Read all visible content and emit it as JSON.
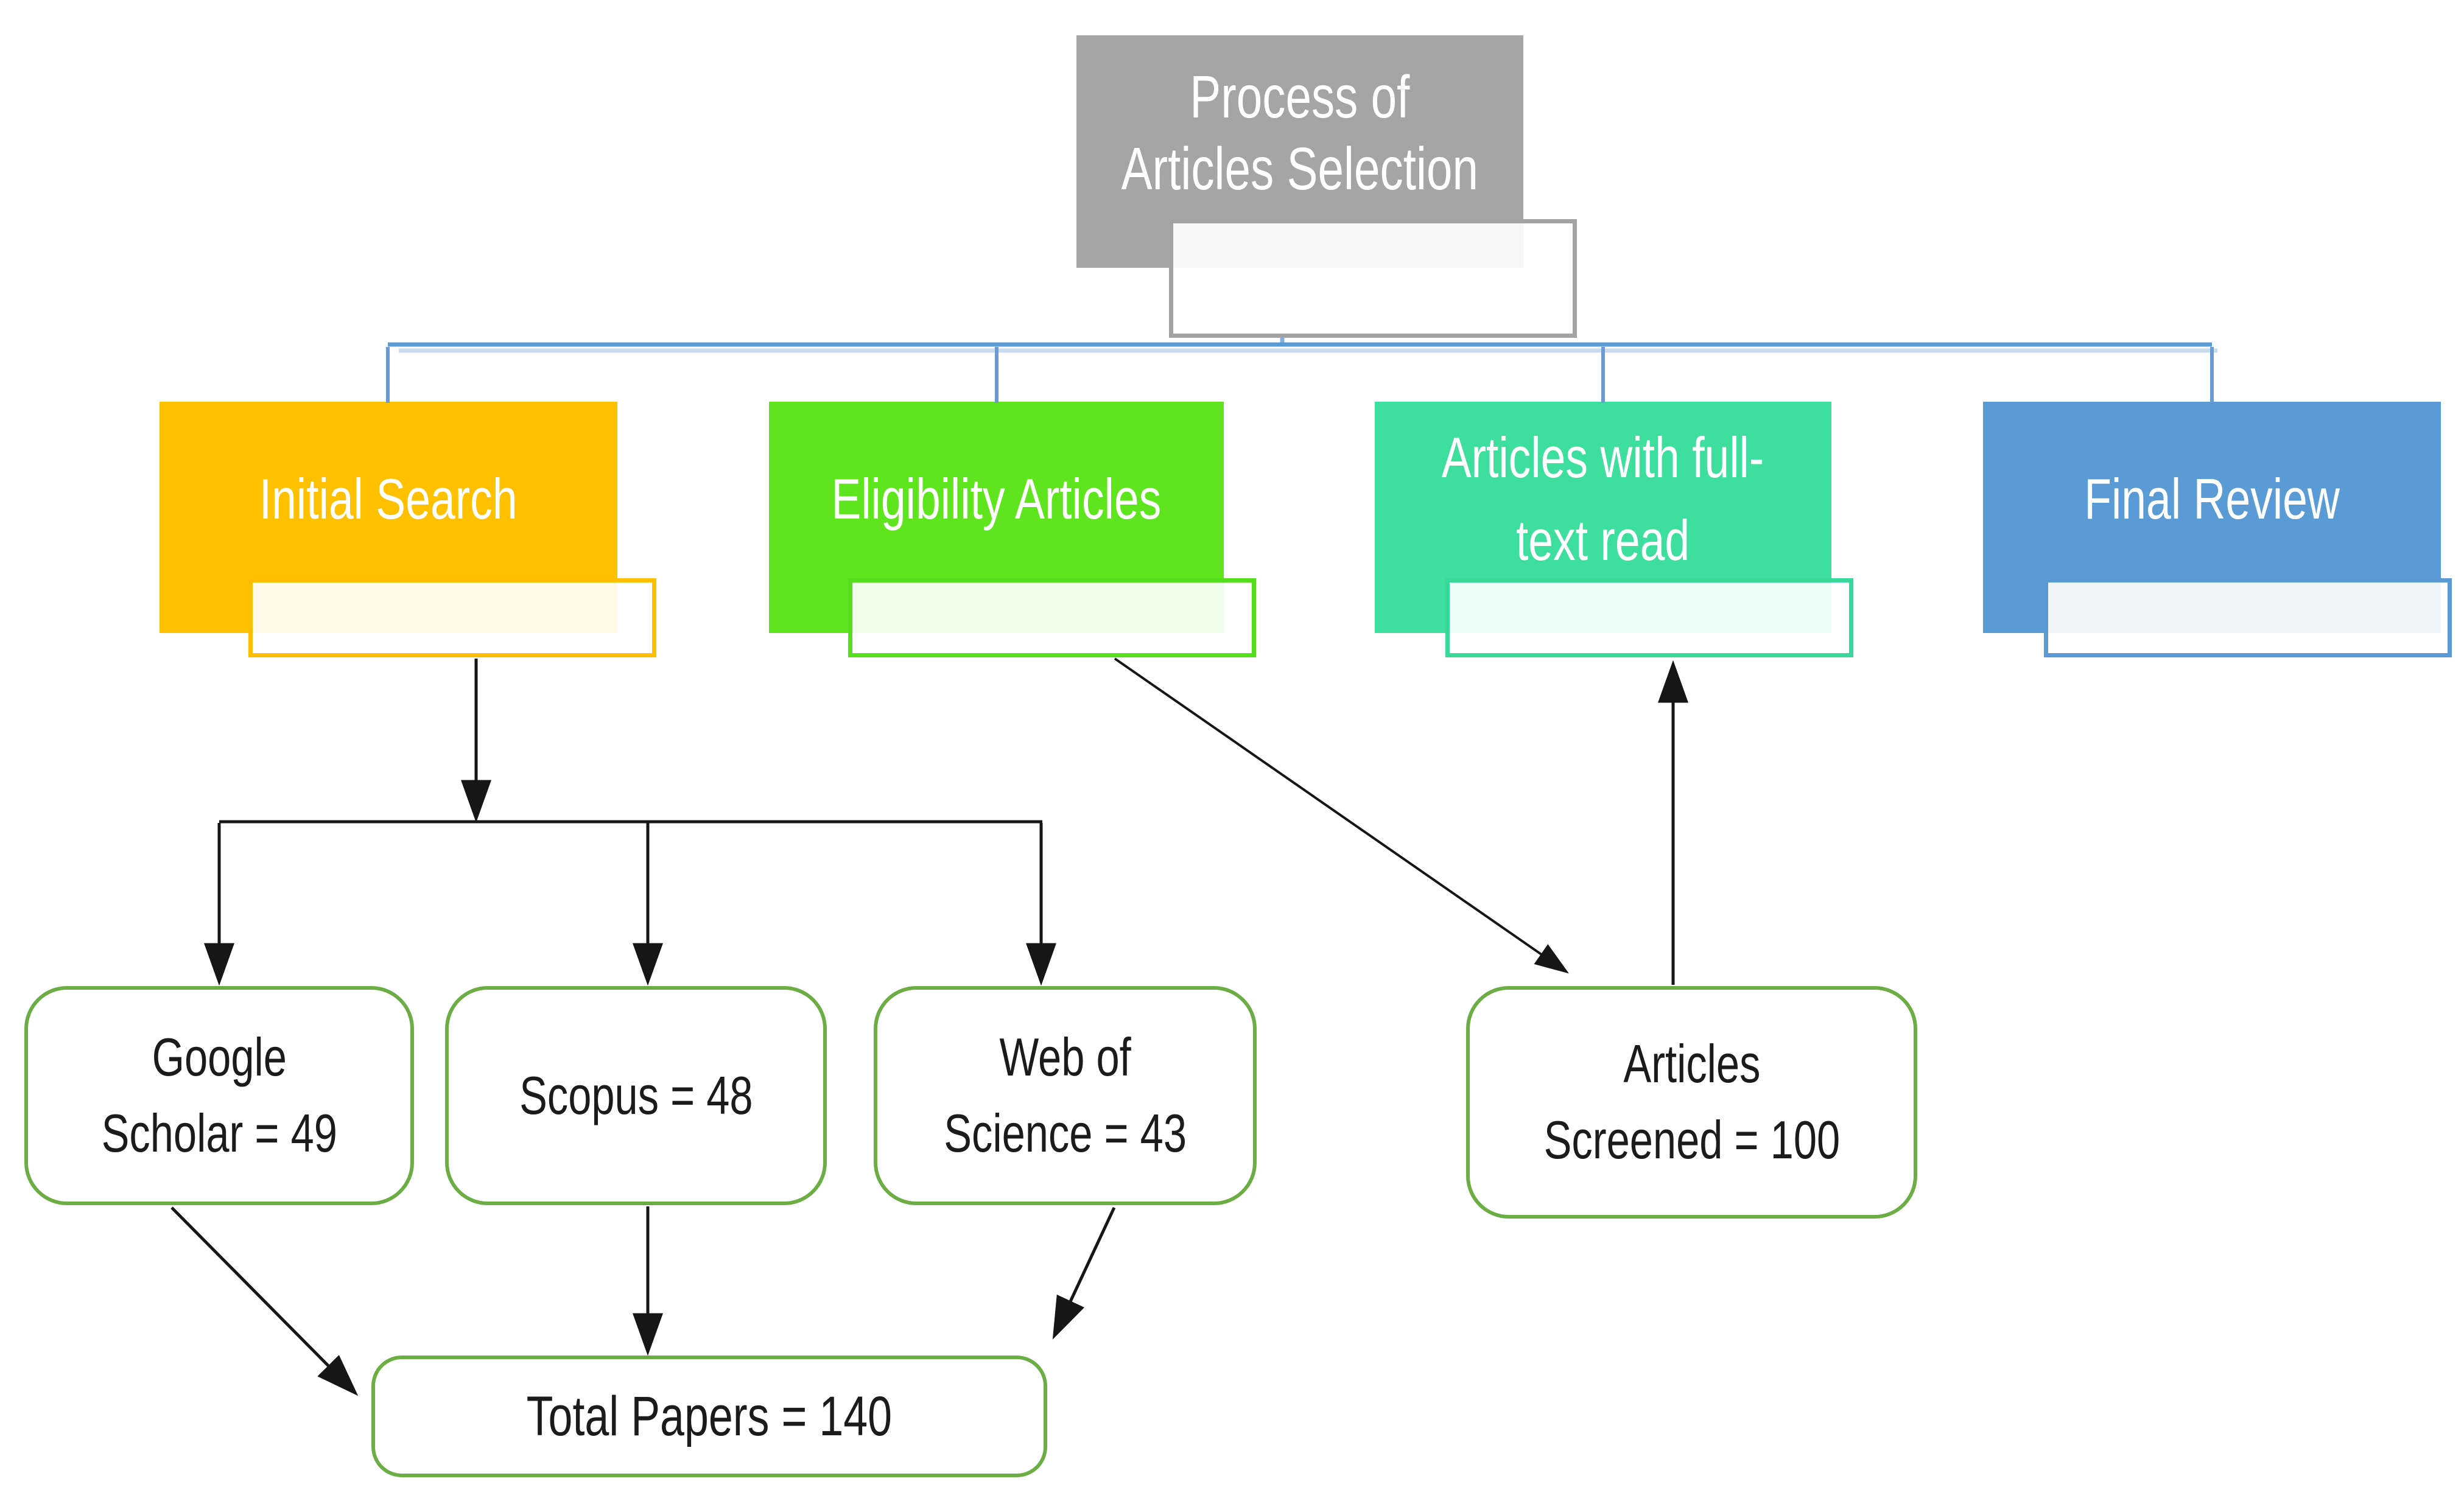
{
  "title": {
    "line1": "Process of",
    "line2": "Articles Selection"
  },
  "stages": [
    {
      "label": "Initial Search",
      "color": "#FFC000"
    },
    {
      "label": "Eligibility Articles",
      "color": "#5FE51E"
    },
    {
      "label_line1": "Articles with full-",
      "label_line2": "text read",
      "color": "#3EDE9E"
    },
    {
      "label": "Final Review",
      "color": "#5B9BD5"
    }
  ],
  "sources": [
    {
      "line1": "Google",
      "line2": "Scholar = 49"
    },
    {
      "line1": "Scopus = 48"
    },
    {
      "line1": "Web of",
      "line2": "Science = 43"
    }
  ],
  "screening": {
    "line1": "Articles",
    "line2": "Screened = 100"
  },
  "total": {
    "label": "Total Papers = 140"
  },
  "values": {
    "google_scholar": 49,
    "scopus": 48,
    "web_of_science": 43,
    "articles_screened": 100,
    "total_papers": 140
  },
  "colors": {
    "title_box": "#A5A5A5",
    "initial_search": "#FFC000",
    "eligibility_articles": "#5FE51E",
    "articles_full_text": "#3EDE9E",
    "final_review": "#5B9BD5",
    "result_node_border": "#6CAE45",
    "connector_blue": "#5B9BD5",
    "connector_blue_shadow": "#C9DCEF",
    "arrow_black": "#161616"
  }
}
